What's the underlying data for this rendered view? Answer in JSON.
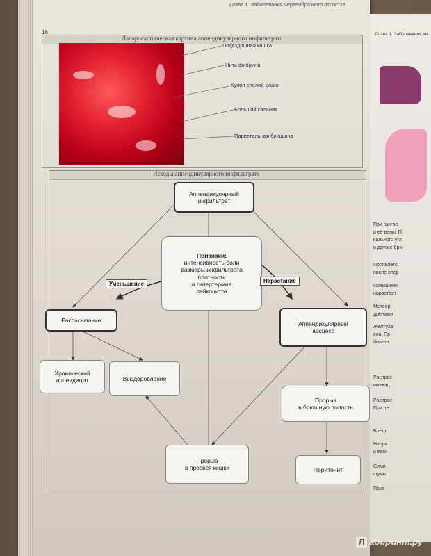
{
  "running_head": "Глава 1. Заболевания червеобразного отростка",
  "page_number": "16",
  "photo_section": {
    "title": "Лапароскопическая картина аппендикулярного инфильтрата",
    "labels": [
      "Подвздошная кишка",
      "Нить фибрина",
      "Купол слепой кишки",
      "Больший сальник",
      "Париетальная брюшина"
    ]
  },
  "diagram": {
    "title": "Исходы аппендикулярного инфильтрата",
    "infiltrate": [
      "Аппендикулярный",
      "инфильтрат"
    ],
    "signs_title": "Признаки:",
    "signs": [
      "интенсивность боли",
      "размеры инфильтрата",
      "плотность",
      "и гипертермия",
      "лейкоцитоз"
    ],
    "decrease": "Уменьшение",
    "increase": "Нарастание",
    "resolution": "Рассасывание",
    "chronic": [
      "Хронический",
      "аппендицит"
    ],
    "recovery": "Выздоровление",
    "abscess": [
      "Аппендикулярный",
      "абсцесс"
    ],
    "rupture_abdominal": [
      "Прорыв",
      "в брюшную полость"
    ],
    "rupture_intestine": [
      "Прорыв",
      "в просвет кишки"
    ],
    "peritonitis": "Перитонит"
  },
  "right_page": {
    "head": "Глава 1. Заболевания че",
    "lines": [
      "При гангре",
      "и её вены. П",
      "кального угл",
      "и другие брю",
      "Проявлетс",
      "после опер",
      "Повышени",
      "нарастает",
      "Метеор",
      "дренажн",
      "Желтуха",
      "сов. Пр",
      "болезн",
      "Распрос",
      "имеющ",
      "Распрос",
      "При пе",
      "Бледн",
      "Напря",
      "и ваги",
      "Симп",
      "шумо",
      "Приз"
    ]
  },
  "watermark": {
    "mark": "Л",
    "text": "абиринт.ру"
  }
}
